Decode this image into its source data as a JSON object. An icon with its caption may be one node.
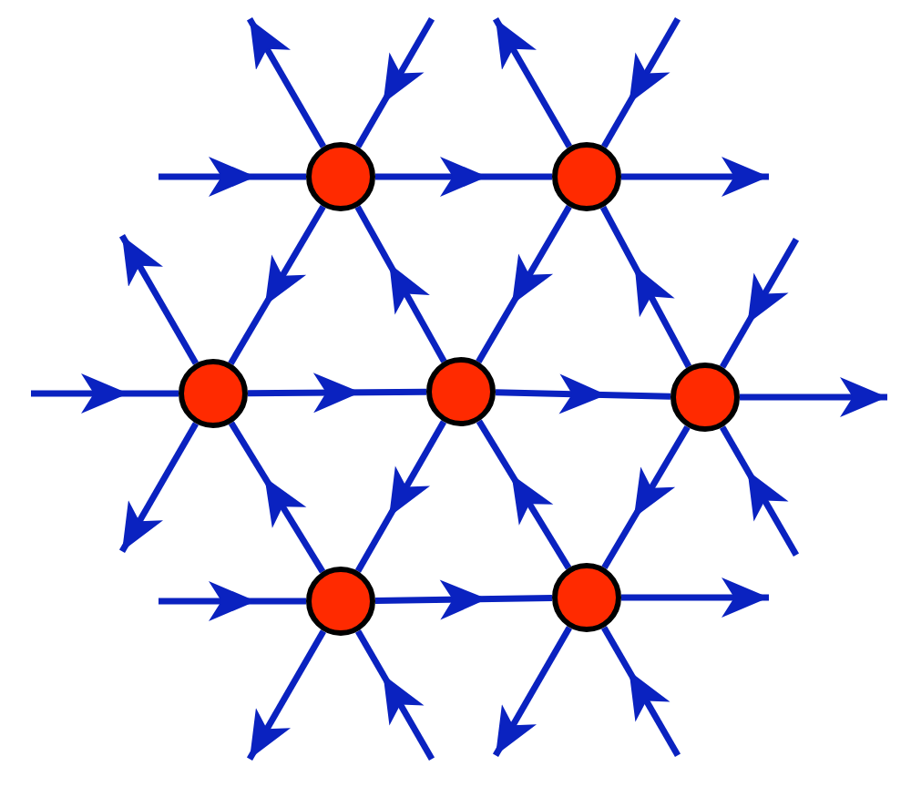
{
  "diagram": {
    "nodes": [
      {
        "text": [],
        "shape": "circle"
      },
      {
        "text": [],
        "shape": "circle"
      },
      {
        "text": [],
        "shape": "circle"
      },
      {
        "text": [],
        "shape": "circle"
      },
      {
        "text": [],
        "shape": "circle"
      },
      {
        "text": [],
        "shape": "circle"
      },
      {
        "text": [],
        "shape": "circle"
      }
    ],
    "edges": [
      {
        "from": 0,
        "to": 1,
        "arrow": "to"
      },
      {
        "from": 2,
        "to": 3,
        "arrow": "to"
      },
      {
        "from": 3,
        "to": 4,
        "arrow": "to"
      },
      {
        "from": 5,
        "to": 6,
        "arrow": "to"
      },
      {
        "from": 3,
        "to": 0,
        "arrow": "to"
      },
      {
        "from": 4,
        "to": 1,
        "arrow": "to"
      },
      {
        "from": 5,
        "to": 2,
        "arrow": "to"
      },
      {
        "from": 6,
        "to": 3,
        "arrow": "to"
      },
      {
        "from": 0,
        "to": 2,
        "arrow": "to"
      },
      {
        "from": 1,
        "to": 3,
        "arrow": "to"
      },
      {
        "from": 3,
        "to": 5,
        "arrow": "to"
      },
      {
        "from": 4,
        "to": 6,
        "arrow": "to"
      },
      {
        "from": null,
        "to": 0,
        "arrow": "to"
      },
      {
        "from": 0,
        "to": null,
        "arrow": "to"
      },
      {
        "from": null,
        "to": 0,
        "arrow": "to"
      },
      {
        "from": 1,
        "to": null,
        "arrow": "to"
      },
      {
        "from": 1,
        "to": null,
        "arrow": "to"
      },
      {
        "from": null,
        "to": 1,
        "arrow": "to"
      },
      {
        "from": null,
        "to": 2,
        "arrow": "to"
      },
      {
        "from": 2,
        "to": null,
        "arrow": "to"
      },
      {
        "from": 2,
        "to": null,
        "arrow": "to"
      },
      {
        "from": 4,
        "to": null,
        "arrow": "to"
      },
      {
        "from": null,
        "to": 4,
        "arrow": "to"
      },
      {
        "from": null,
        "to": 4,
        "arrow": "to"
      },
      {
        "from": null,
        "to": 5,
        "arrow": "to"
      },
      {
        "from": 5,
        "to": null,
        "arrow": "to"
      },
      {
        "from": null,
        "to": 5,
        "arrow": "to"
      },
      {
        "from": 6,
        "to": null,
        "arrow": "to"
      },
      {
        "from": 6,
        "to": null,
        "arrow": "to"
      },
      {
        "from": null,
        "to": 6,
        "arrow": "to"
      }
    ]
  }
}
